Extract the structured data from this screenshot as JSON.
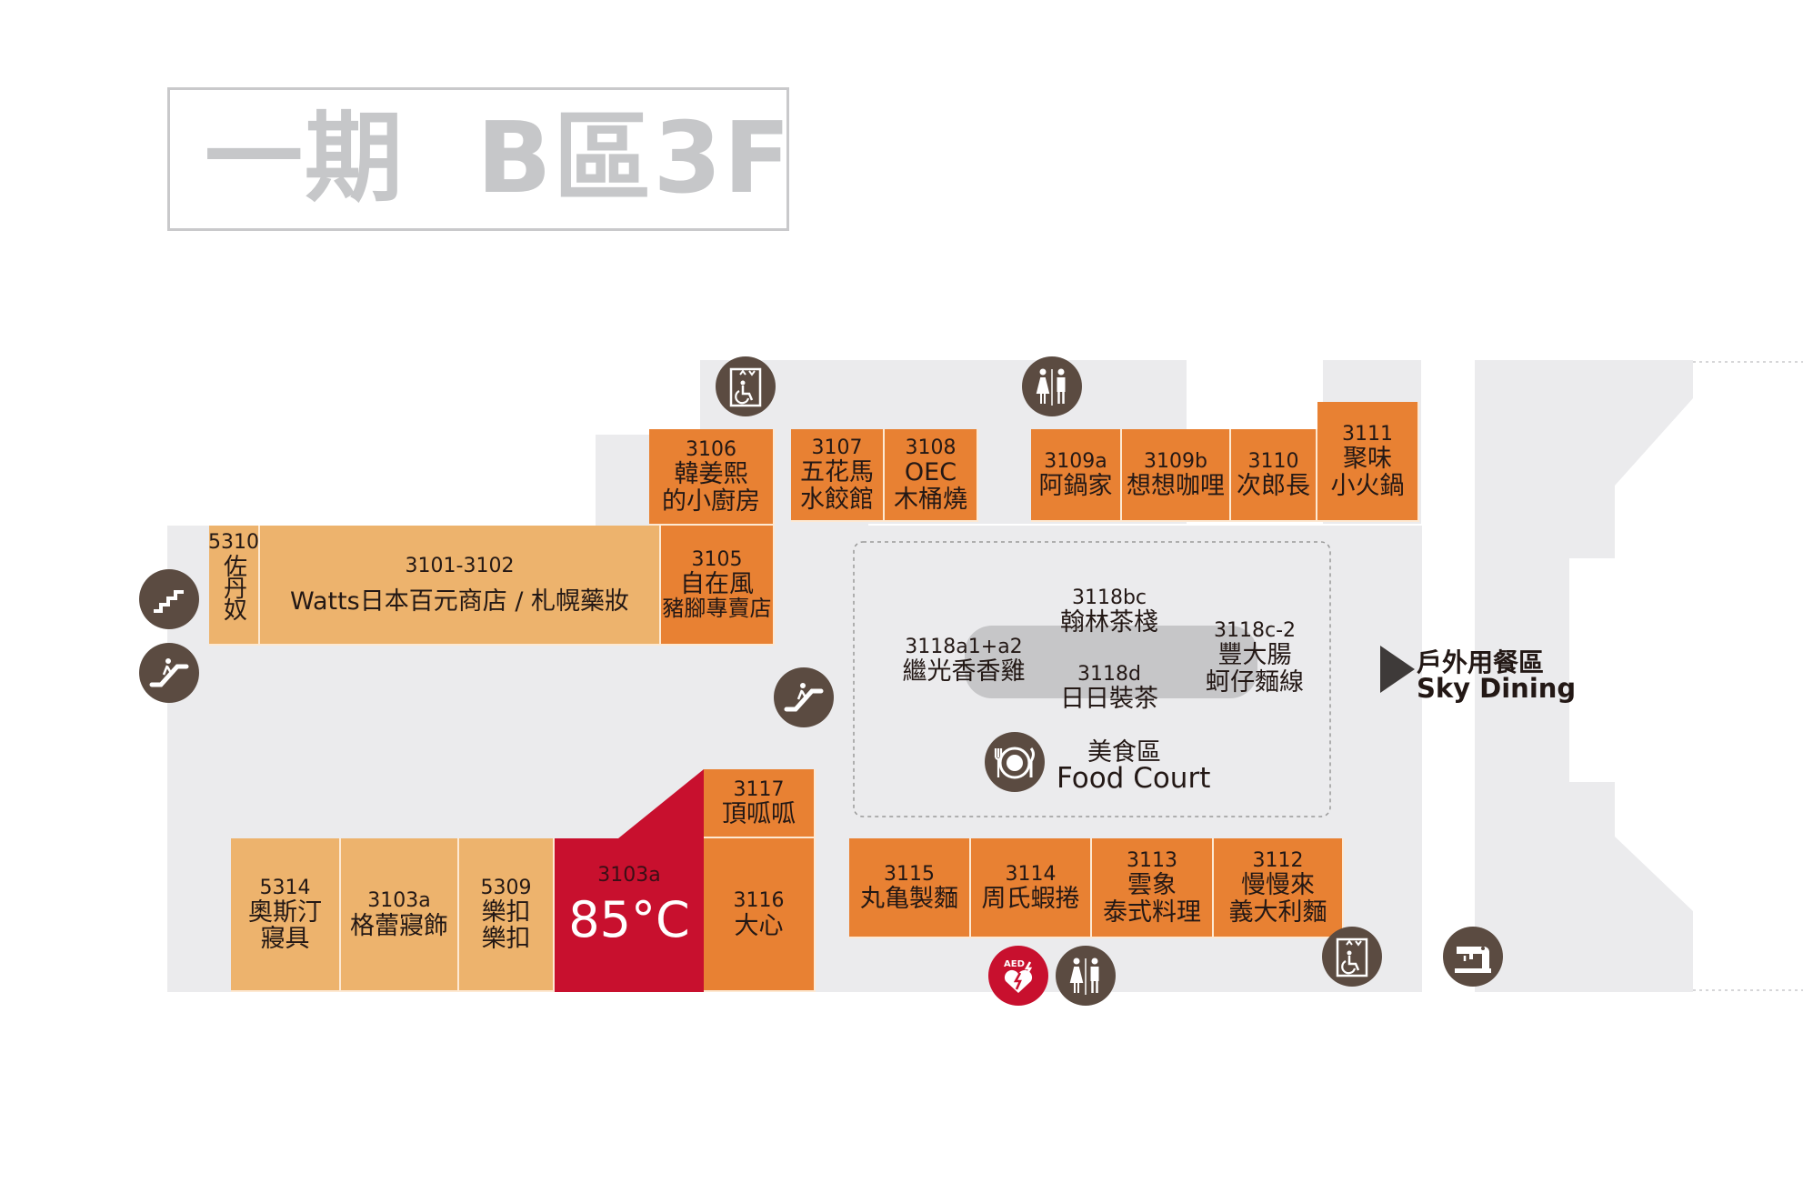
{
  "title": "一期  B區3F",
  "colors": {
    "floor": "#ebebed",
    "store_light": "#edb36d",
    "store_dark": "#e88133",
    "highlight": "#c8102e",
    "icon": "#5b4b41",
    "title_gray": "#c6c7c9"
  },
  "stores": {
    "s3106": {
      "num": "3106",
      "name1": "韓姜熙",
      "name2": "的小廚房"
    },
    "s3107": {
      "num": "3107",
      "name1": "五花馬",
      "name2": "水餃館"
    },
    "s3108": {
      "num": "3108",
      "name1": "OEC",
      "name2": "木桶燒"
    },
    "s3109a": {
      "num": "3109a",
      "name1": "阿鍋家"
    },
    "s3109b": {
      "num": "3109b",
      "name1": "想想咖哩"
    },
    "s3110": {
      "num": "3110",
      "name1": "次郎長"
    },
    "s3111": {
      "num": "3111",
      "name1": "聚味",
      "name2": "小火鍋"
    },
    "s5310": {
      "num": "5310",
      "name1": "佐丹奴"
    },
    "s3101": {
      "num": "3101-3102",
      "name1": "Watts日本百元商店 / 札幌藥妝"
    },
    "s3105": {
      "num": "3105",
      "name1": "自在風",
      "name2": "豬腳專賣店"
    },
    "s3117": {
      "num": "3117",
      "name1": "頂呱呱"
    },
    "s3116": {
      "num": "3116",
      "name1": "大心"
    },
    "s5314": {
      "num": "5314",
      "name1": "奧斯汀",
      "name2": "寢具"
    },
    "s3103a_left": {
      "num": "3103a",
      "name1": "格蕾寢飾"
    },
    "s5309": {
      "num": "5309",
      "name1": "樂扣",
      "name2": "樂扣"
    },
    "s3103a_hl": {
      "num": "3103a",
      "name1": "85°C"
    },
    "s3115": {
      "num": "3115",
      "name1": "丸亀製麵"
    },
    "s3114": {
      "num": "3114",
      "name1": "周氏蝦捲"
    },
    "s3113": {
      "num": "3113",
      "name1": "雲象",
      "name2": "泰式料理"
    },
    "s3112": {
      "num": "3112",
      "name1": "慢慢來",
      "name2": "義大利麵"
    }
  },
  "food_court": {
    "zh": "美食區",
    "en": "Food Court",
    "stalls": {
      "s3118bc": {
        "num": "3118bc",
        "name1": "翰林茶棧"
      },
      "s3118a": {
        "num": "3118a1+a2",
        "name1": "繼光香香雞"
      },
      "s3118d": {
        "num": "3118d",
        "name1": "日日裝茶"
      },
      "s3118c": {
        "num": "3118c-2",
        "name1": "豐大腸",
        "name2": "蚵仔麵線"
      }
    }
  },
  "outdoor": {
    "zh": "戶外用餐區",
    "en": "Sky Dining"
  },
  "icons": [
    "elevator-icon",
    "restroom-icon",
    "stairs-icon",
    "escalator-icon",
    "aed-icon",
    "dining-icon",
    "sewing-machine-icon",
    "arrow-right-icon"
  ],
  "aed_text": "AED"
}
